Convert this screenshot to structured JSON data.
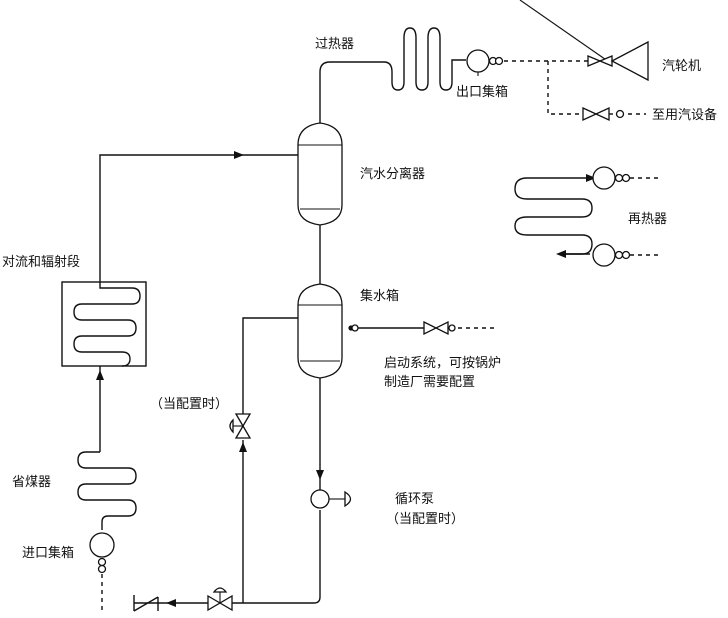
{
  "labels": {
    "superheater": "过热器",
    "outlet_header": "出口集箱",
    "turbine": "汽轮机",
    "to_user_equipment": "至用汽设备",
    "separator": "汽水分离器",
    "reheater": "再热器",
    "convection_radiation": "对流和辐射段",
    "water_header": "集水箱",
    "startup_line1": "启动系统，可按锅炉",
    "startup_line2": "制造厂需要配置",
    "when_configured_1": "（当配置时）",
    "economizer": "省煤器",
    "circulation_pump": "循环泵",
    "when_configured_2": "（当配置时）",
    "inlet_header": "进口集箱"
  },
  "colors": {
    "line": "#111111",
    "background": "#ffffff"
  }
}
